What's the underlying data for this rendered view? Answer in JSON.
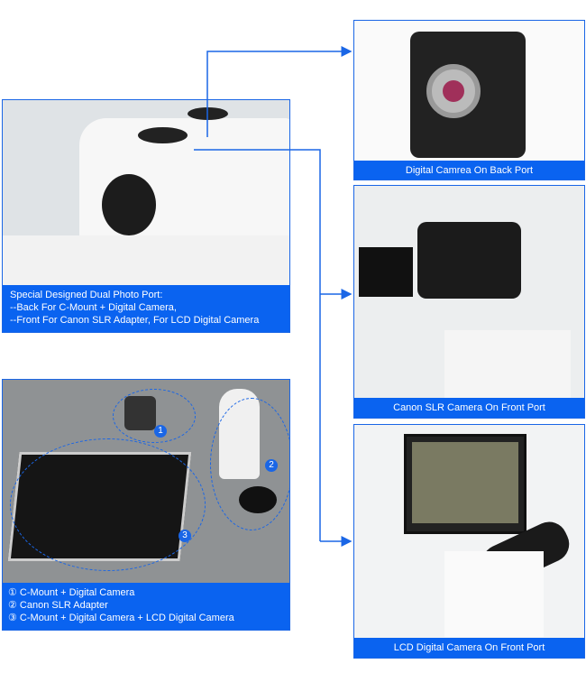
{
  "top_left": {
    "caption_lines": [
      "Special Designed Dual Photo Port:",
      "--Back  For C-Mount + Digital Camera,",
      "--Front For Canon SLR Adapter, For LCD Digital Camera"
    ]
  },
  "bottom_left": {
    "markers": [
      "1",
      "2",
      "3"
    ],
    "caption_lines": [
      "① C-Mount + Digital Camera",
      "② Canon SLR Adapter",
      "③ C-Mount + Digital Camera + LCD Digital Camera"
    ]
  },
  "right_panels": [
    {
      "caption": "Digital Camrea On Back Port"
    },
    {
      "caption": "Canon SLR Camera On Front Port"
    },
    {
      "caption": "LCD Digital Camera On Front Port"
    }
  ],
  "colors": {
    "accent": "#0a63f0"
  }
}
